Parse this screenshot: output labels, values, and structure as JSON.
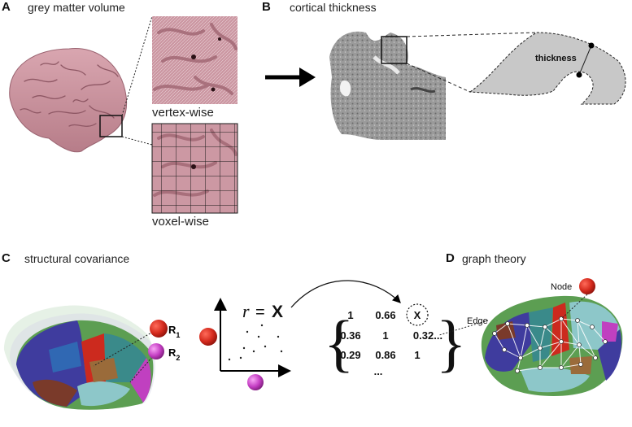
{
  "panels": {
    "a": {
      "letter": "A",
      "title": "grey matter volume",
      "vertex_caption": "vertex-wise",
      "voxel_caption": "voxel-wise"
    },
    "b": {
      "letter": "B",
      "title": "cortical thickness",
      "thickness_label": "thickness"
    },
    "c": {
      "letter": "C",
      "title": "structural covariance",
      "r1_label": "R",
      "r1_sub": "1",
      "r2_label": "R",
      "r2_sub": "2",
      "equation_r": "r",
      "equation_eq": "=",
      "equation_x": "X",
      "matrix": [
        [
          "1",
          "0.66",
          "X"
        ],
        [
          "0.36",
          "1",
          "0.32..."
        ],
        [
          "0.29",
          "0.86",
          "1"
        ],
        [
          "",
          "...",
          ""
        ]
      ]
    },
    "d": {
      "letter": "D",
      "title": "graph theory",
      "node_label": "Node",
      "edge_label": "Edge"
    }
  },
  "colors": {
    "brain_pink": "#c9939e",
    "region_red": "#cc2a1e",
    "region_magenta": "#c040c0",
    "arrow": "#000000",
    "thickness_fill": "#c8c8c8"
  }
}
